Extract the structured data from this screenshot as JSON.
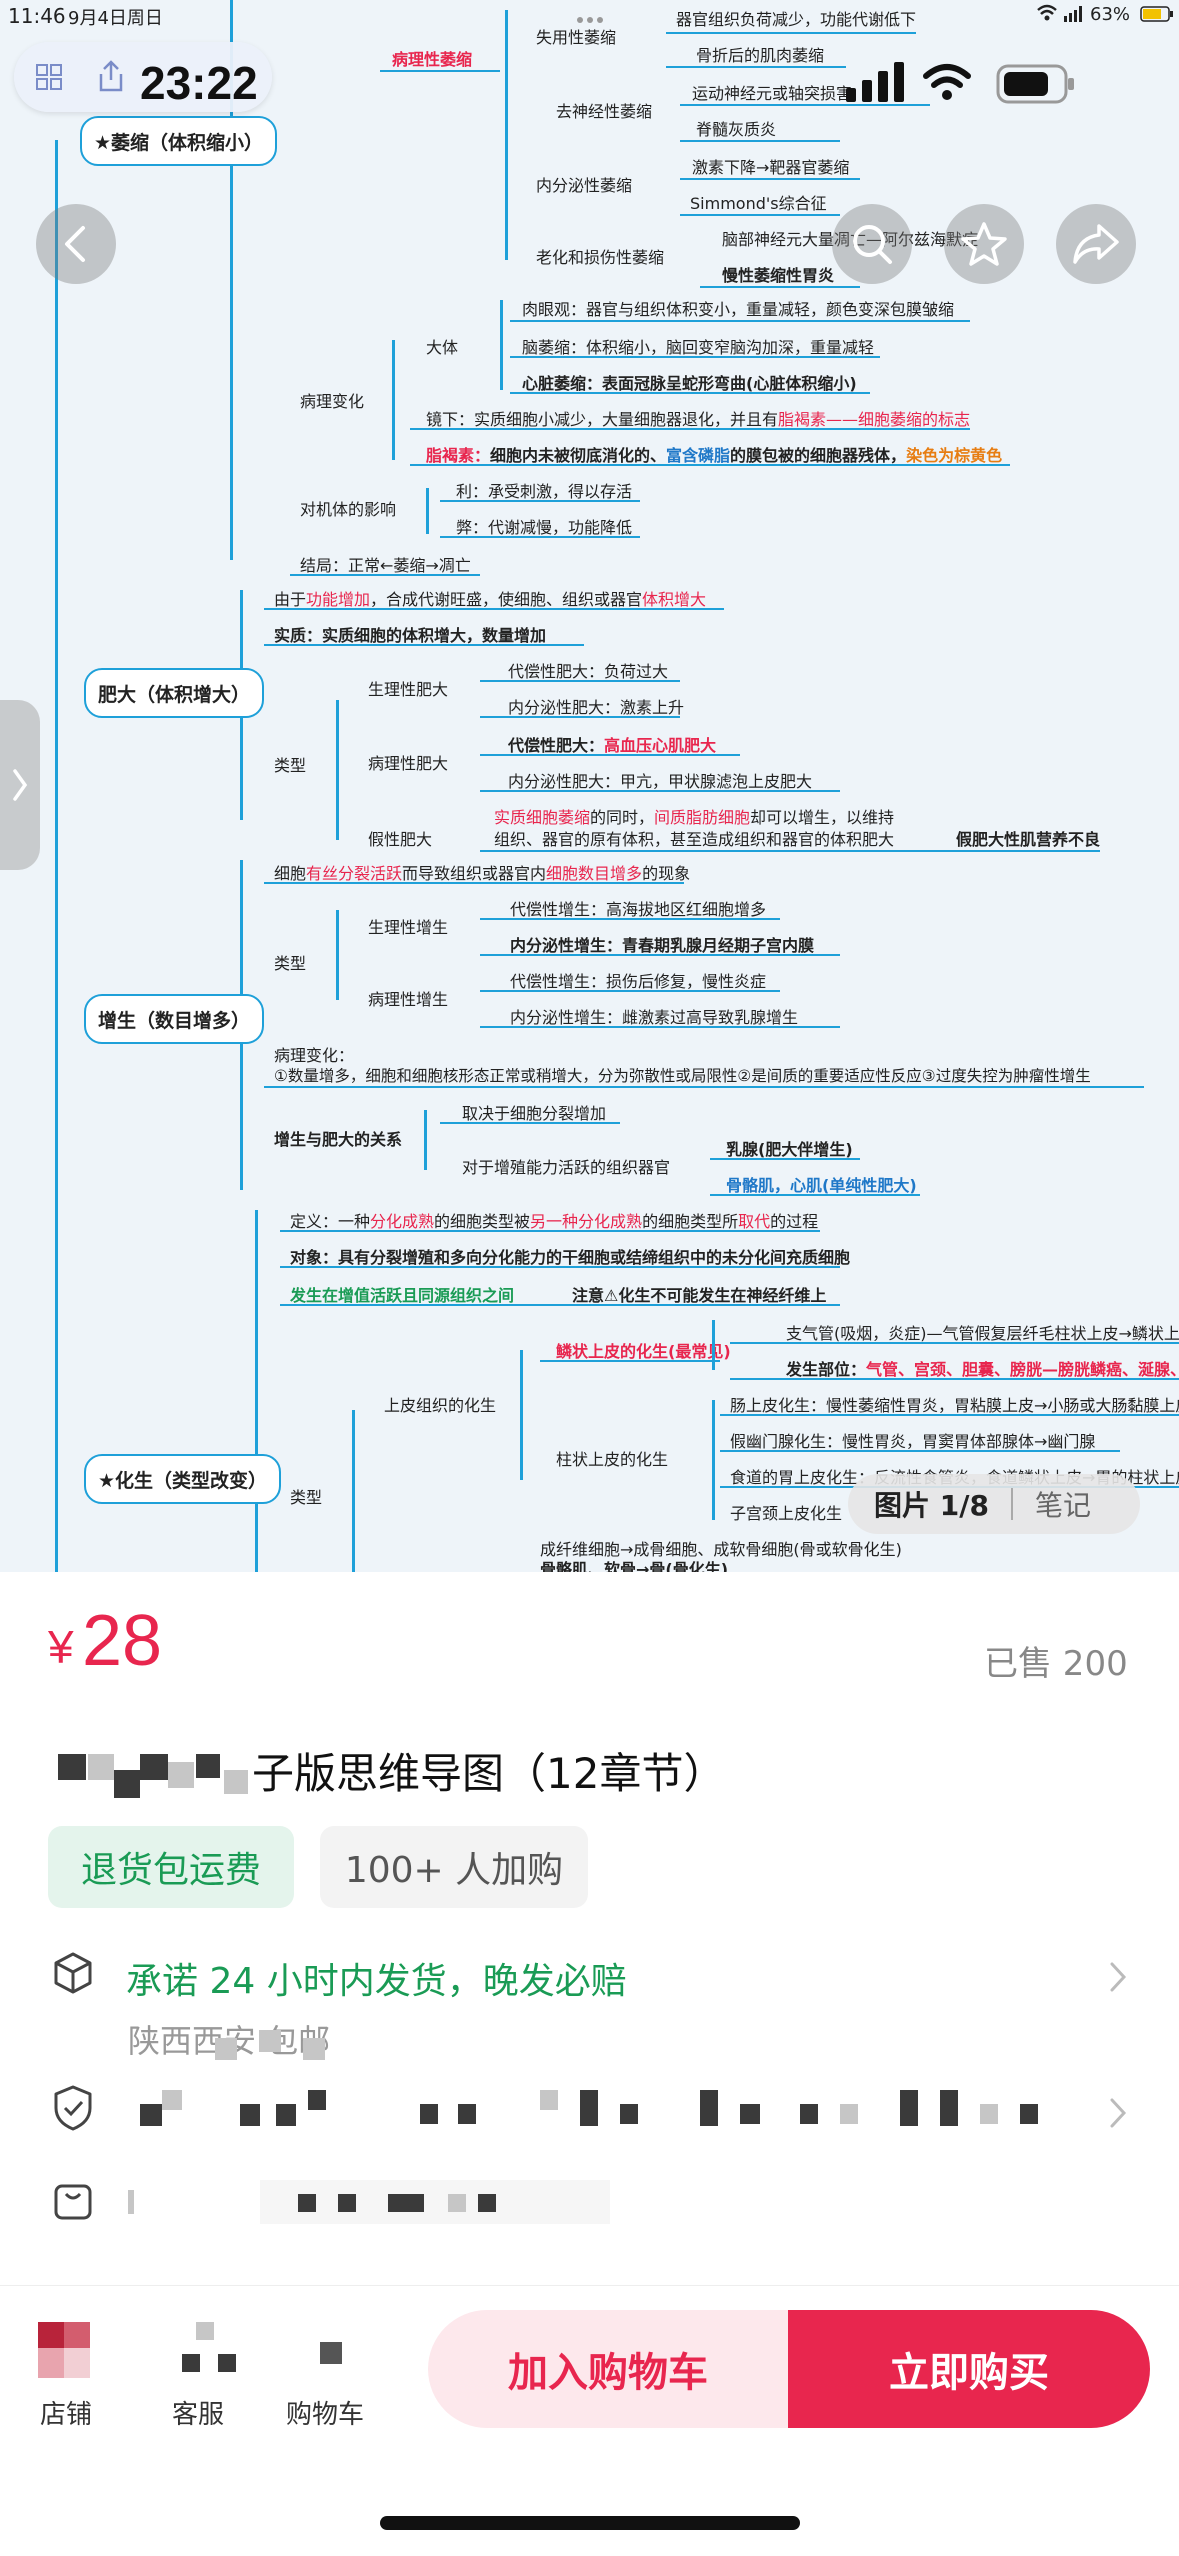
{
  "status_bar": {
    "time": "11:46",
    "date": "9月4日周日",
    "battery": "63%",
    "overlay_time": "23:22"
  },
  "mindmap": {
    "atrophy": {
      "label": "★萎缩（体积缩小）",
      "patho_atrophy": "病理性萎缩",
      "disuse": "失用性萎缩",
      "disuse_items": [
        "器官组织负荷减少，功能代谢低下",
        "骨折后的肌肉萎缩"
      ],
      "denerv": "去神经性萎缩",
      "denerv_items": [
        "运动神经元或轴突损害",
        "脊髓灰质炎"
      ],
      "endocrine": "内分泌性萎缩",
      "endocrine_items": [
        "激素下降→靶器官萎缩",
        "Simmond's综合征"
      ],
      "aging": "老化和损伤性萎缩",
      "aging_items": [
        "脑部神经元大量凋亡—阿尔兹海默症",
        "慢性萎缩性胃炎"
      ],
      "patho_change": "病理变化",
      "gross": "大体",
      "gross_items": [
        "肉眼观：器官与组织体积变小，重量减轻，颜色变深包膜皱缩",
        "脑萎缩：体积缩小，脑回变窄脑沟加深，重量减轻",
        "心脏萎缩：表面冠脉呈蛇形弯曲(心脏体积缩小)"
      ],
      "micro_a": "镜下：实质细胞小减少，大量细胞器退化，并且有",
      "micro_b": "脂褐素——细胞萎缩的标志",
      "lipo_a": "脂褐素：",
      "lipo_b": "细胞内未被彻底消化的、",
      "lipo_c": "富含磷脂",
      "lipo_d": "的膜包被的细胞器残体，",
      "lipo_e": "染色为棕黄色",
      "effect": "对机体的影响",
      "effect_items": [
        "利：承受刺激，得以存活",
        "弊：代谢减慢，功能降低"
      ],
      "outcome": "结局：正常←萎缩→凋亡"
    },
    "hypertrophy": {
      "label": "肥大（体积增大）",
      "cause_a": "由于",
      "cause_b": "功能增加",
      "cause_c": "，合成代谢旺盛，使细胞、组织或器官",
      "cause_d": "体积增大",
      "essence": "实质：实质细胞的体积增大，数量增加",
      "types": "类型",
      "physio": "生理性肥大",
      "physio_items": [
        "代偿性肥大：负荷过大",
        "内分泌性肥大：激素上升"
      ],
      "patho": "病理性肥大",
      "patho_items": [
        "代偿性肥大：",
        "高血压心肌肥大",
        "内分泌性肥大：甲亢，甲状腺滤泡上皮肥大"
      ],
      "pseudo": "假性肥大",
      "pseudo_a": "实质细胞萎缩",
      "pseudo_b": "的同时，",
      "pseudo_c": "间质脂肪细胞",
      "pseudo_d": "却可以增生，以维持",
      "pseudo_e": "组织、器官的原有体积，甚至造成组织和器官的体积肥大",
      "pseudo_f": "假肥大性肌营养不良"
    },
    "hyperplasia": {
      "label": "增生（数目增多）",
      "def_a": "细胞",
      "def_b": "有丝分裂活跃",
      "def_c": "而导致组织或器官内",
      "def_d": "细胞数目增多",
      "def_e": "的现象",
      "types": "类型",
      "physio": "生理性增生",
      "physio_items": [
        "代偿性增生：高海拔地区红细胞增多",
        "内分泌性增生：青春期乳腺月经期子宫内膜"
      ],
      "patho": "病理性增生",
      "patho_items": [
        "代偿性增生：损伤后修复，慢性炎症",
        "内分泌性增生：雌激素过高导致乳腺增生"
      ],
      "change_title": "病理变化：",
      "change_text": "①数量增多，细胞和细胞核形态正常或稍增大，分为弥散性或局限性②是间质的重要适应性反应③过度失控为肿瘤性增生",
      "relation": "增生与肥大的关系",
      "rel_a": "取决于细胞分裂增加",
      "rel_b": "对于增殖能力活跃的组织器官",
      "rel_c": "乳腺(肥大伴增生)",
      "rel_d": "骨骼肌，心肌(单纯性肥大)"
    },
    "metaplasia": {
      "label": "★化生（类型改变）",
      "def_a": "定义：一种",
      "def_b": "分化成熟",
      "def_c": "的细胞类型被",
      "def_d": "另一种分化成熟",
      "def_e": "的细胞类型所",
      "def_f": "取代",
      "def_g": "的过程",
      "object": "对象：具有分裂增殖和多向分化能力的干细胞或结缔组织中的未分化间充质细胞",
      "occur": "发生在增值活跃且同源组织之间",
      "note": "注意⚠化生不可能发生在神经纤维上",
      "types": "类型",
      "epi": "上皮组织的化生",
      "squamous": "鳞状上皮的化生(最常见)",
      "sq_item1": "支气管(吸烟，炎症)—气管假复层纤毛柱状上皮→鳞状上皮",
      "sq_item2_a": "发生部位：",
      "sq_item2_b": "气管、宫颈、胆囊、膀胱—膀胱鳞癌、涎腺、肾盂",
      "columnar": "柱状上皮的化生",
      "col_items": [
        "肠上皮化生：慢性萎缩性胃炎，胃粘膜上皮→小肠或大肠黏膜上皮",
        "假幽门腺化生：慢性胃炎，胃窦胃体部腺体→幽门腺",
        "食道的胃上皮化生：反流性食管炎，食道鳞状上皮→胃的柱状上皮",
        "子宫颈上皮化生"
      ],
      "mes_1": "成纤维细胞→成骨细胞、成软骨细胞(骨或软骨化生)",
      "mes_2": "骨骼肌、软骨→骨(骨化生)"
    }
  },
  "image_counter": "图片 1/8",
  "note_label": "笔记",
  "product": {
    "currency": "¥",
    "price": "28",
    "sold": "已售 200",
    "title_visible": "子版思维导图（12章节）",
    "tag_return": "退货包运费",
    "tag_cart_count": "100+ 人加购",
    "promise": "承诺 24 小时内发货，晚发必赔",
    "location": "陕西西安 包邮"
  },
  "bottom_nav": {
    "shop": "店铺",
    "service": "客服",
    "cart": "购物车",
    "add_to_cart": "加入购物车",
    "buy_now": "立即购买"
  },
  "colors": {
    "accent": "#e8264e",
    "green": "#1a9b55",
    "mindmap_line": "#1ea0d9"
  }
}
